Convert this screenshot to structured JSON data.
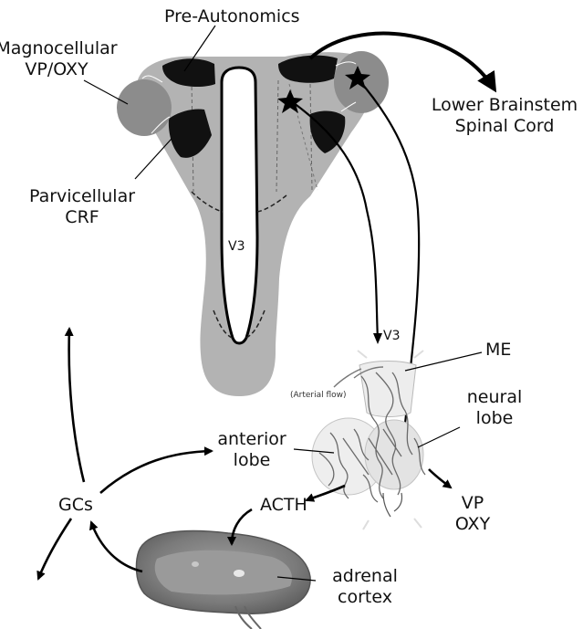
{
  "labels": {
    "pre_autonomics": "Pre-Autonomics",
    "magnocellular_line1": "Magnocellular",
    "magnocellular_line2": "VP/OXY",
    "parvicellular_line1": "Parvicellular",
    "parvicellular_line2": "CRF",
    "lower_brainstem_line1": "Lower Brainstem",
    "lower_brainstem_line2": "Spinal Cord",
    "v3_hypothalamus": "V3",
    "v3_pituitary": "V3",
    "me": "ME",
    "arterial_flow": "(Arterial flow)",
    "neural_lobe_line1": "neural",
    "neural_lobe_line2": "lobe",
    "anterior_lobe_line1": "anterior",
    "anterior_lobe_line2": "lobe",
    "gcs": "GCs",
    "acth": "ACTH",
    "vp_oxy_line1": "VP",
    "vp_oxy_line2": "OXY",
    "adrenal_line1": "adrenal",
    "adrenal_line2": "cortex"
  },
  "colors": {
    "hypothalamus_fill": "#b3b3b3",
    "nucleus_fill": "#8c8c8c",
    "parvicellular_fill": "#111111",
    "adrenal_fill": "#8e8e8e",
    "pituitary_fill": "#e6e6e6"
  }
}
